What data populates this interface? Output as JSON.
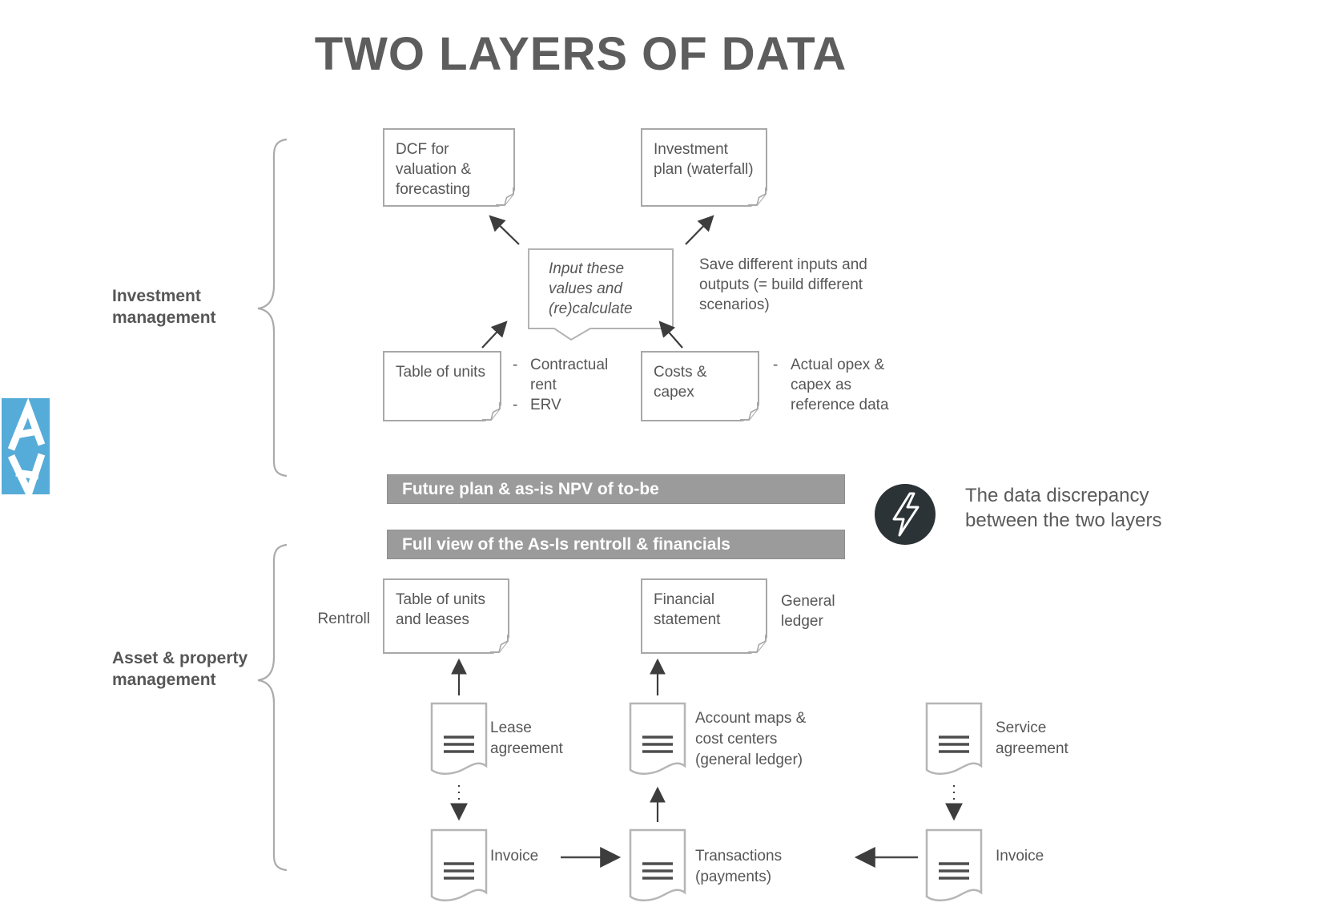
{
  "title": "TWO LAYERS OF DATA",
  "meta": {
    "bullet_char": "-"
  },
  "colors": {
    "accent_blue": "#56ACD8",
    "bar_gray": "#9b9b9b",
    "bolt_dark": "#2c3337",
    "text_gray": "#575757"
  },
  "sections": {
    "investment_label": "Investment management",
    "asset_label": "Asset & property management"
  },
  "investment": {
    "dcf_box": "DCF for valuation & forecasting",
    "plan_box": "Investment plan (waterfall)",
    "callout": "Input these values and (re)calculate",
    "save_note": "Save different inputs and outputs (= build different scenarios)",
    "units_box": "Table of units",
    "units_bullets": [
      "Contractual rent",
      "ERV"
    ],
    "costs_box": "Costs & capex",
    "costs_bullets": [
      "Actual opex & capex as reference data"
    ]
  },
  "bars": [
    "Future plan & as-is NPV of to-be",
    "Full view of the As-Is rentroll & financials"
  ],
  "discrepancy_note": "The data discrepancy between the two layers",
  "asset": {
    "rentroll_label": "Rentroll",
    "units_leases_box": "Table of units and leases",
    "financial_box": "Financial statement",
    "general_ledger_label": "General ledger",
    "lease_doc": "Lease agreement",
    "accounts_doc": "Account maps & cost centers (general ledger)",
    "service_doc": "Service agreement",
    "invoice_left_doc": "Invoice",
    "transactions_doc": "Transactions (payments)",
    "invoice_right_doc": "Invoice"
  }
}
